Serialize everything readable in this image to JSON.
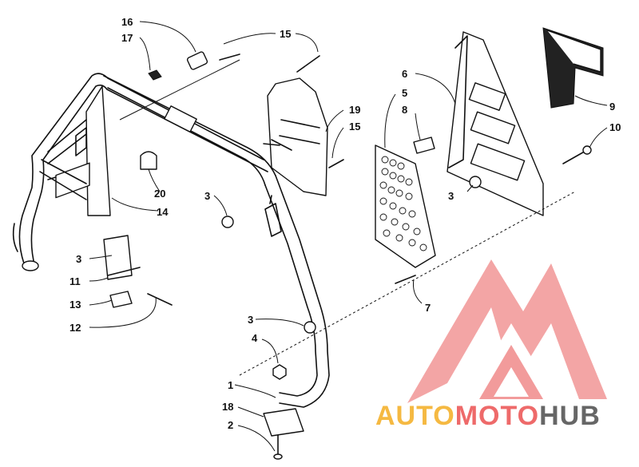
{
  "callouts": {
    "c1": "1",
    "c2": "2",
    "c3a": "3",
    "c3b": "3",
    "c3c": "3",
    "c3d": "3",
    "c4": "4",
    "c5": "5",
    "c6": "6",
    "c7": "7",
    "c8": "8",
    "c9": "9",
    "c10": "10",
    "c11": "11",
    "c12": "12",
    "c13": "13",
    "c14": "14",
    "c15a": "15",
    "c15b": "15",
    "c16": "16",
    "c17": "17",
    "c18": "18",
    "c19": "19",
    "c20": "20"
  },
  "watermark": {
    "part1": "AUTO",
    "part2": "MOTO",
    "part3": "HUB",
    "color_orange": "#f5b942",
    "color_red": "#ee6a6a",
    "color_gray": "#666666",
    "logo_color": "#f08a8a"
  }
}
